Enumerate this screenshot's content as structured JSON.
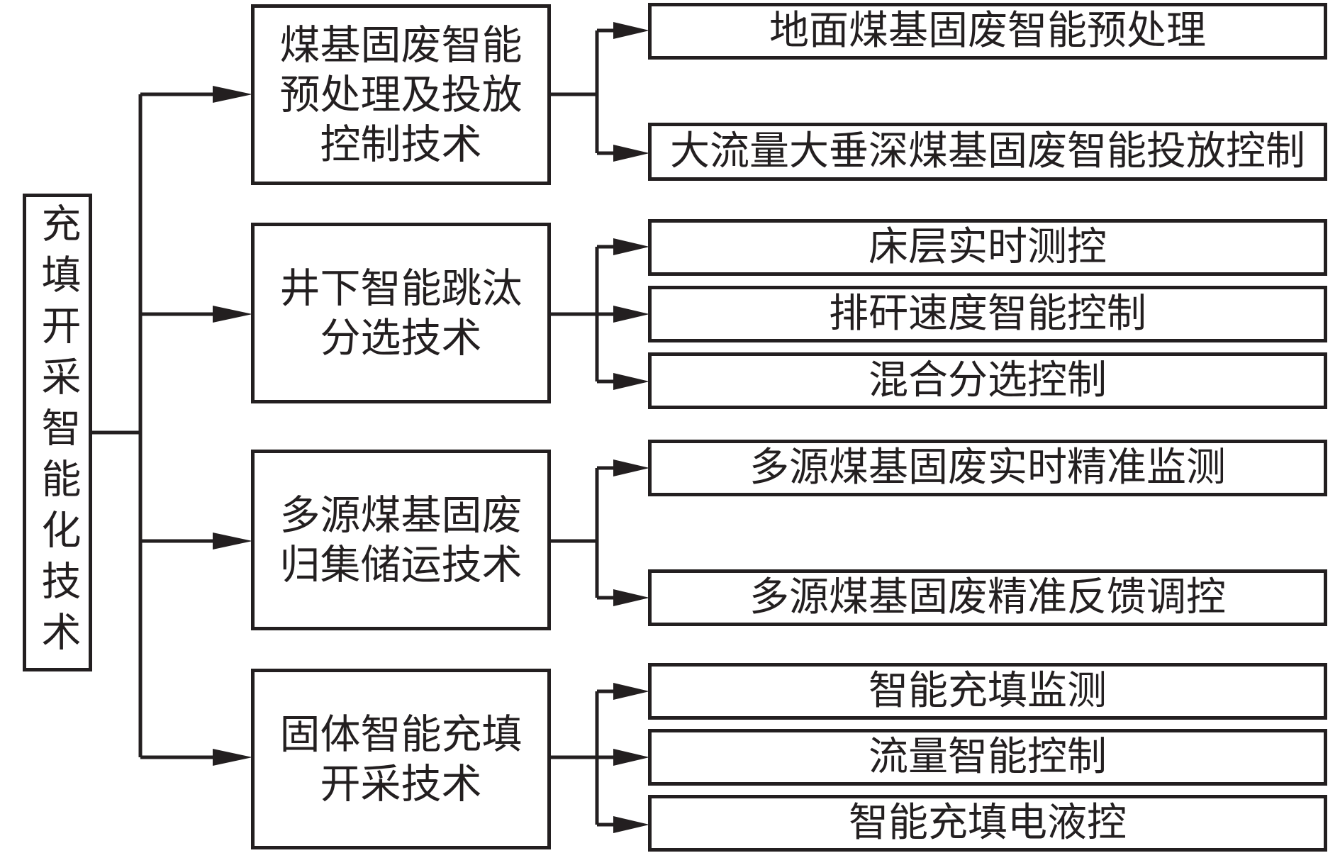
{
  "root": {
    "label": "充填开采智能化技术"
  },
  "categories": [
    {
      "label": "煤基固废智能\n预处理及投放\n控制技术",
      "children": [
        "地面煤基固废智能预处理",
        "大流量大垂深煤基固废智能投放控制"
      ]
    },
    {
      "label": "井下智能跳汰\n分选技术",
      "children": [
        "床层实时测控",
        "排矸速度智能控制",
        "混合分选控制"
      ]
    },
    {
      "label": "多源煤基固废\n归集储运技术",
      "children": [
        "多源煤基固废实时精准监测",
        "多源煤基固废精准反馈调控"
      ]
    },
    {
      "label": "固体智能充填\n开采技术",
      "children": [
        "智能充填监测",
        "流量智能控制",
        "智能充填电液控"
      ]
    }
  ]
}
